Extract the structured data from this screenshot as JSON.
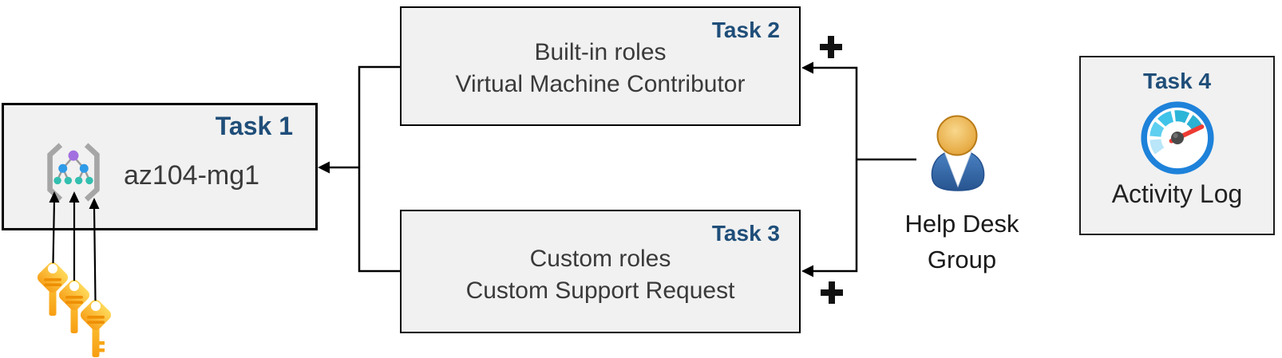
{
  "task1": {
    "title": "Task 1",
    "label": "az104-mg1"
  },
  "task2": {
    "title": "Task 2",
    "line1": "Built-in roles",
    "line2": "Virtual Machine Contributor"
  },
  "task3": {
    "title": "Task 3",
    "line1": "Custom roles",
    "line2": "Custom Support Request"
  },
  "task4": {
    "title": "Task 4",
    "label": "Activity Log"
  },
  "actor": {
    "label": "Help Desk Group"
  },
  "icons": {
    "task1": "management-group-icon",
    "task4": "activity-log-gauge-icon",
    "actor": "person-icon",
    "credentials": "three-keys-icon",
    "assignment": "plus-icon"
  },
  "colors": {
    "task_title": "#1F4E79",
    "box_fill": "#F1F1F1",
    "box_border": "#000000",
    "body_text": "#3A3A3A",
    "connector": "#000000",
    "key_gold": "#F9A825",
    "key_stripe": "#EE8F04",
    "person_suit": "#2E5C9E",
    "person_head": "#E2A13C",
    "gauge_ring": "#1E82DA",
    "gauge_needle": "#ED3B33",
    "mg_purple": "#A36FE0",
    "mg_blue": "#2E9BE8",
    "mg_teal": "#33BFB0",
    "bracket_gray": "#A6A6A6"
  }
}
